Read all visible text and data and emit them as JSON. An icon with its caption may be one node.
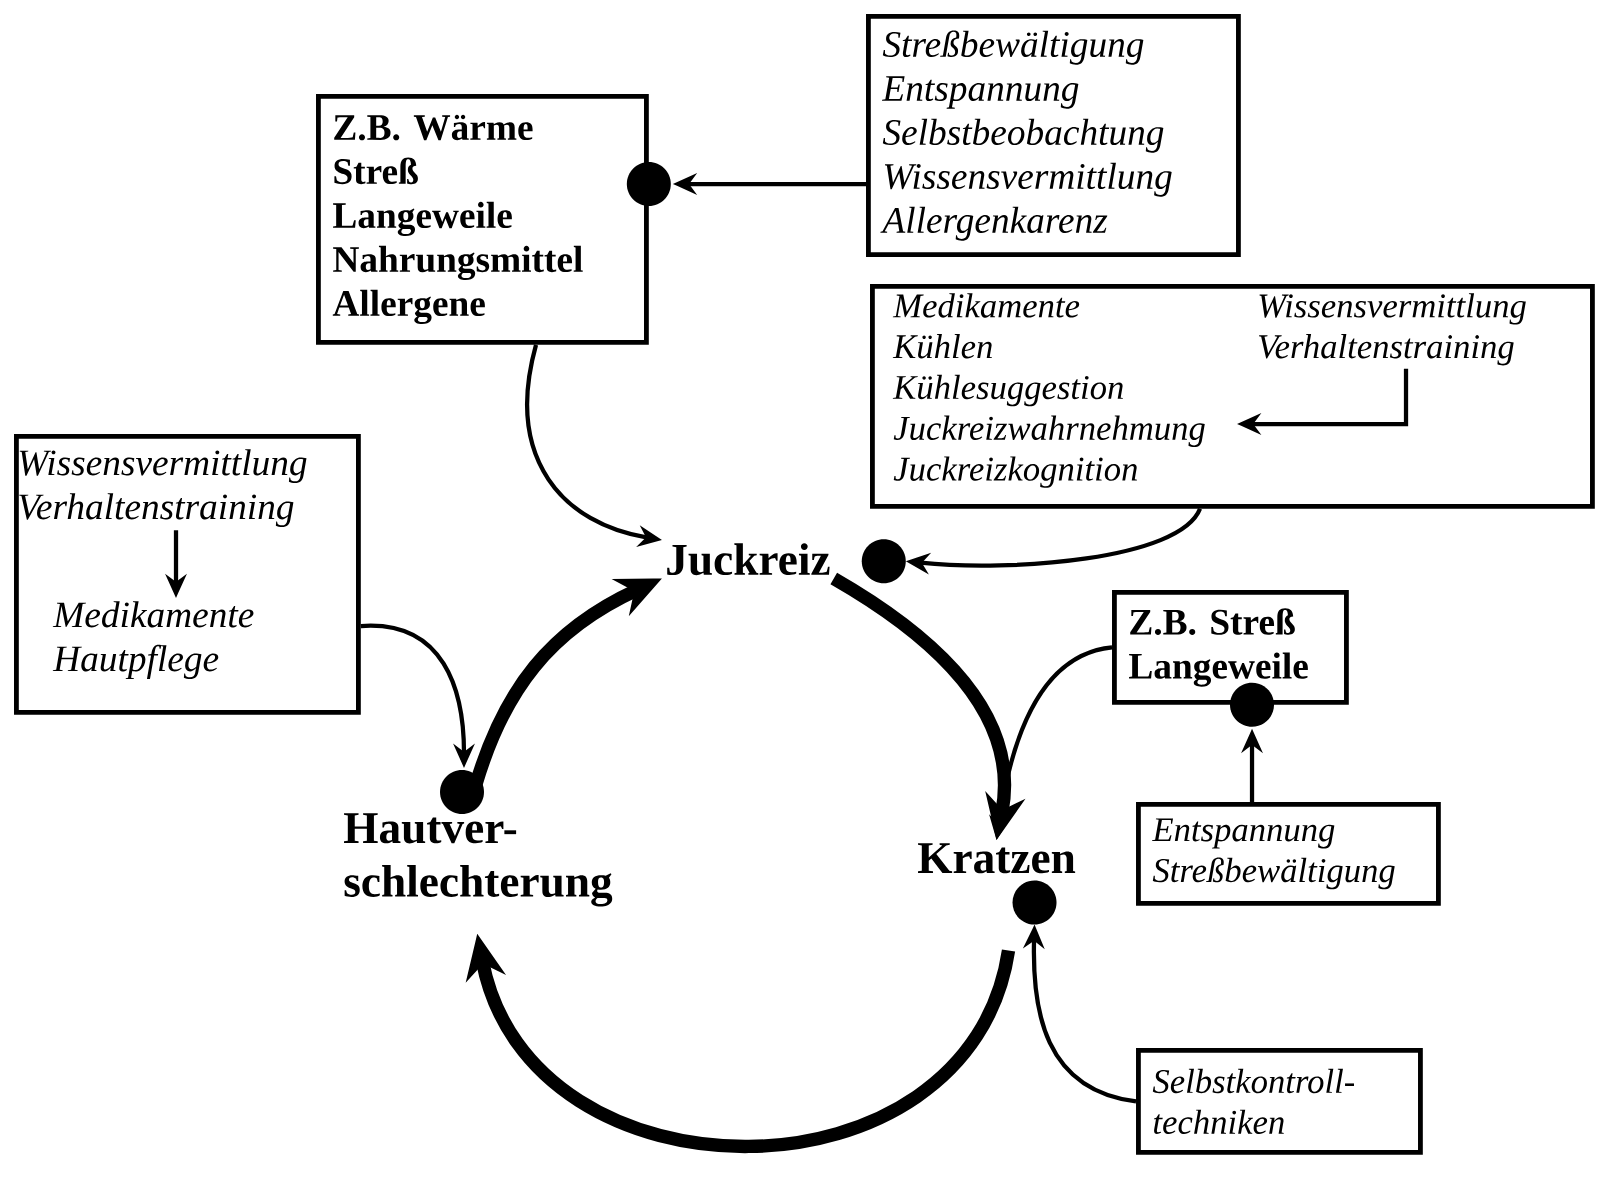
{
  "diagram": {
    "nodes": [
      {
        "text": [
          "Z.B. Wärme",
          "Streß",
          "Langeweile",
          "Nahrungsmittel",
          "Allergene"
        ]
      },
      {
        "text": [
          "Streßbewältigung",
          "Entspannung",
          "Selbstbeobachtung",
          "Wissensvermittlung",
          "Allergenkarenz"
        ]
      },
      {
        "text": [],
        "shape": "box"
      },
      {
        "text": [
          "Medikamente",
          "Kühlen",
          "Kühlesuggestion",
          "Juckreizwahrnehmung",
          "Juckreizkognition"
        ],
        "in": 2
      },
      {
        "text": [
          "Wissensvermittlung",
          "Verhaltenstraining"
        ],
        "in": 2
      },
      {
        "text": [],
        "shape": "box"
      },
      {
        "text": [
          "Wissensvermittlung",
          "Verhaltenstraining"
        ],
        "in": 5
      },
      {
        "text": [
          "Medikamente",
          "Hautpflege"
        ],
        "in": 5
      },
      {
        "text": [
          "Juckreiz"
        ]
      },
      {
        "text": [
          "Kratzen"
        ]
      },
      {
        "text": [
          "Hautver- schlechterung"
        ]
      },
      {
        "text": [
          "Z.B. Streß",
          "Langeweile"
        ]
      },
      {
        "text": [
          "Entspannung",
          "Streßbewältigung"
        ]
      },
      {
        "text": [
          "Selbstkontroll- techniken"
        ]
      }
    ],
    "edges": [
      {
        "from": 1,
        "to": 0,
        "arrow": "to"
      },
      {
        "from": 0,
        "to": 8,
        "arrow": "to"
      },
      {
        "from": 2,
        "to": 8,
        "arrow": "to"
      },
      {
        "from": 4,
        "to": 3,
        "arrow": "to"
      },
      {
        "from": 6,
        "to": 7,
        "arrow": "to"
      },
      {
        "from": 8,
        "to": 9,
        "arrow": "to",
        "style": "thick"
      },
      {
        "from": 9,
        "to": 10,
        "arrow": "to",
        "style": "thick"
      },
      {
        "from": 10,
        "to": 8,
        "arrow": "to",
        "style": "thick"
      },
      {
        "from": 5,
        "to": 10,
        "arrow": "to"
      },
      {
        "from": 11,
        "to": 9,
        "arrow": "to"
      },
      {
        "from": 12,
        "to": 11,
        "arrow": "to"
      },
      {
        "from": 13,
        "to": 9,
        "arrow": "to"
      }
    ]
  }
}
